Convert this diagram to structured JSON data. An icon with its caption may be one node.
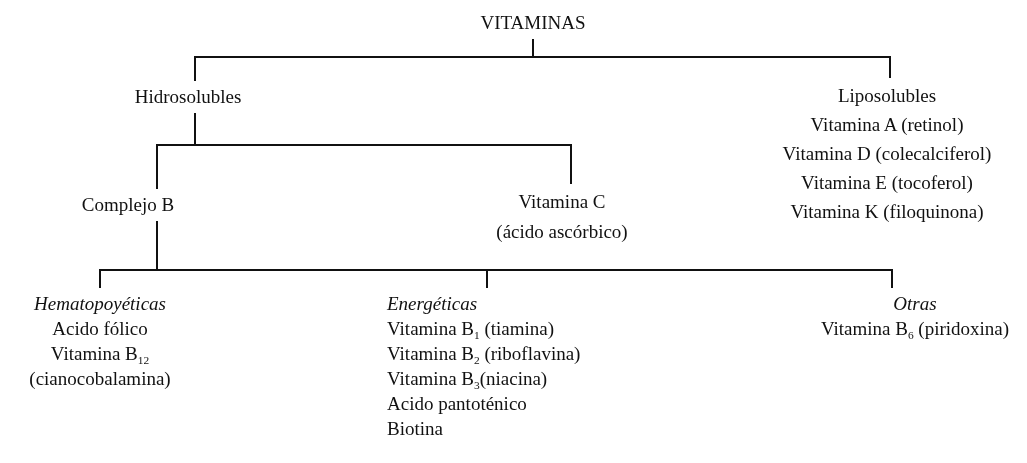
{
  "diagram": {
    "nodes": [
      {
        "text": [
          "VITAMINAS"
        ]
      },
      {
        "text": [
          "Hidrosolubles"
        ]
      },
      {
        "text": [
          "Liposolubles",
          "Vitamina A (retinol)",
          "Vitamina D (colecalciferol)",
          "Vitamina E (tocoferol)",
          "Vitamina K (filoquinona)"
        ]
      },
      {
        "text": [
          "Complejo B"
        ]
      },
      {
        "text": [
          "Vitamina C",
          "(ácido ascórbico)"
        ]
      },
      {
        "text": [
          "Hematopoyéticas",
          "Acido fólico",
          "Vitamina B$_{12}$",
          "(cianocobalamina)"
        ]
      },
      {
        "text": [
          "Energéticas",
          "Vitamina B$_{1}$ (tiamina)",
          "Vitamina B$_{2}$ (riboflavina)",
          "Vitamina B$_{3}$(niacina)",
          "Acido pantoténico",
          "Biotina"
        ]
      },
      {
        "text": [
          "Otras",
          "Vitamina B$_{6}$ (piridoxina)"
        ]
      }
    ],
    "edges": [
      {
        "from": 0,
        "to": 1,
        "arrow": "none"
      },
      {
        "from": 0,
        "to": 2,
        "arrow": "none"
      },
      {
        "from": 1,
        "to": 3,
        "arrow": "none"
      },
      {
        "from": 1,
        "to": 4,
        "arrow": "none"
      },
      {
        "from": 3,
        "to": 5,
        "arrow": "none"
      },
      {
        "from": 3,
        "to": 6,
        "arrow": "none"
      },
      {
        "from": 3,
        "to": 7,
        "arrow": "none"
      }
    ]
  }
}
